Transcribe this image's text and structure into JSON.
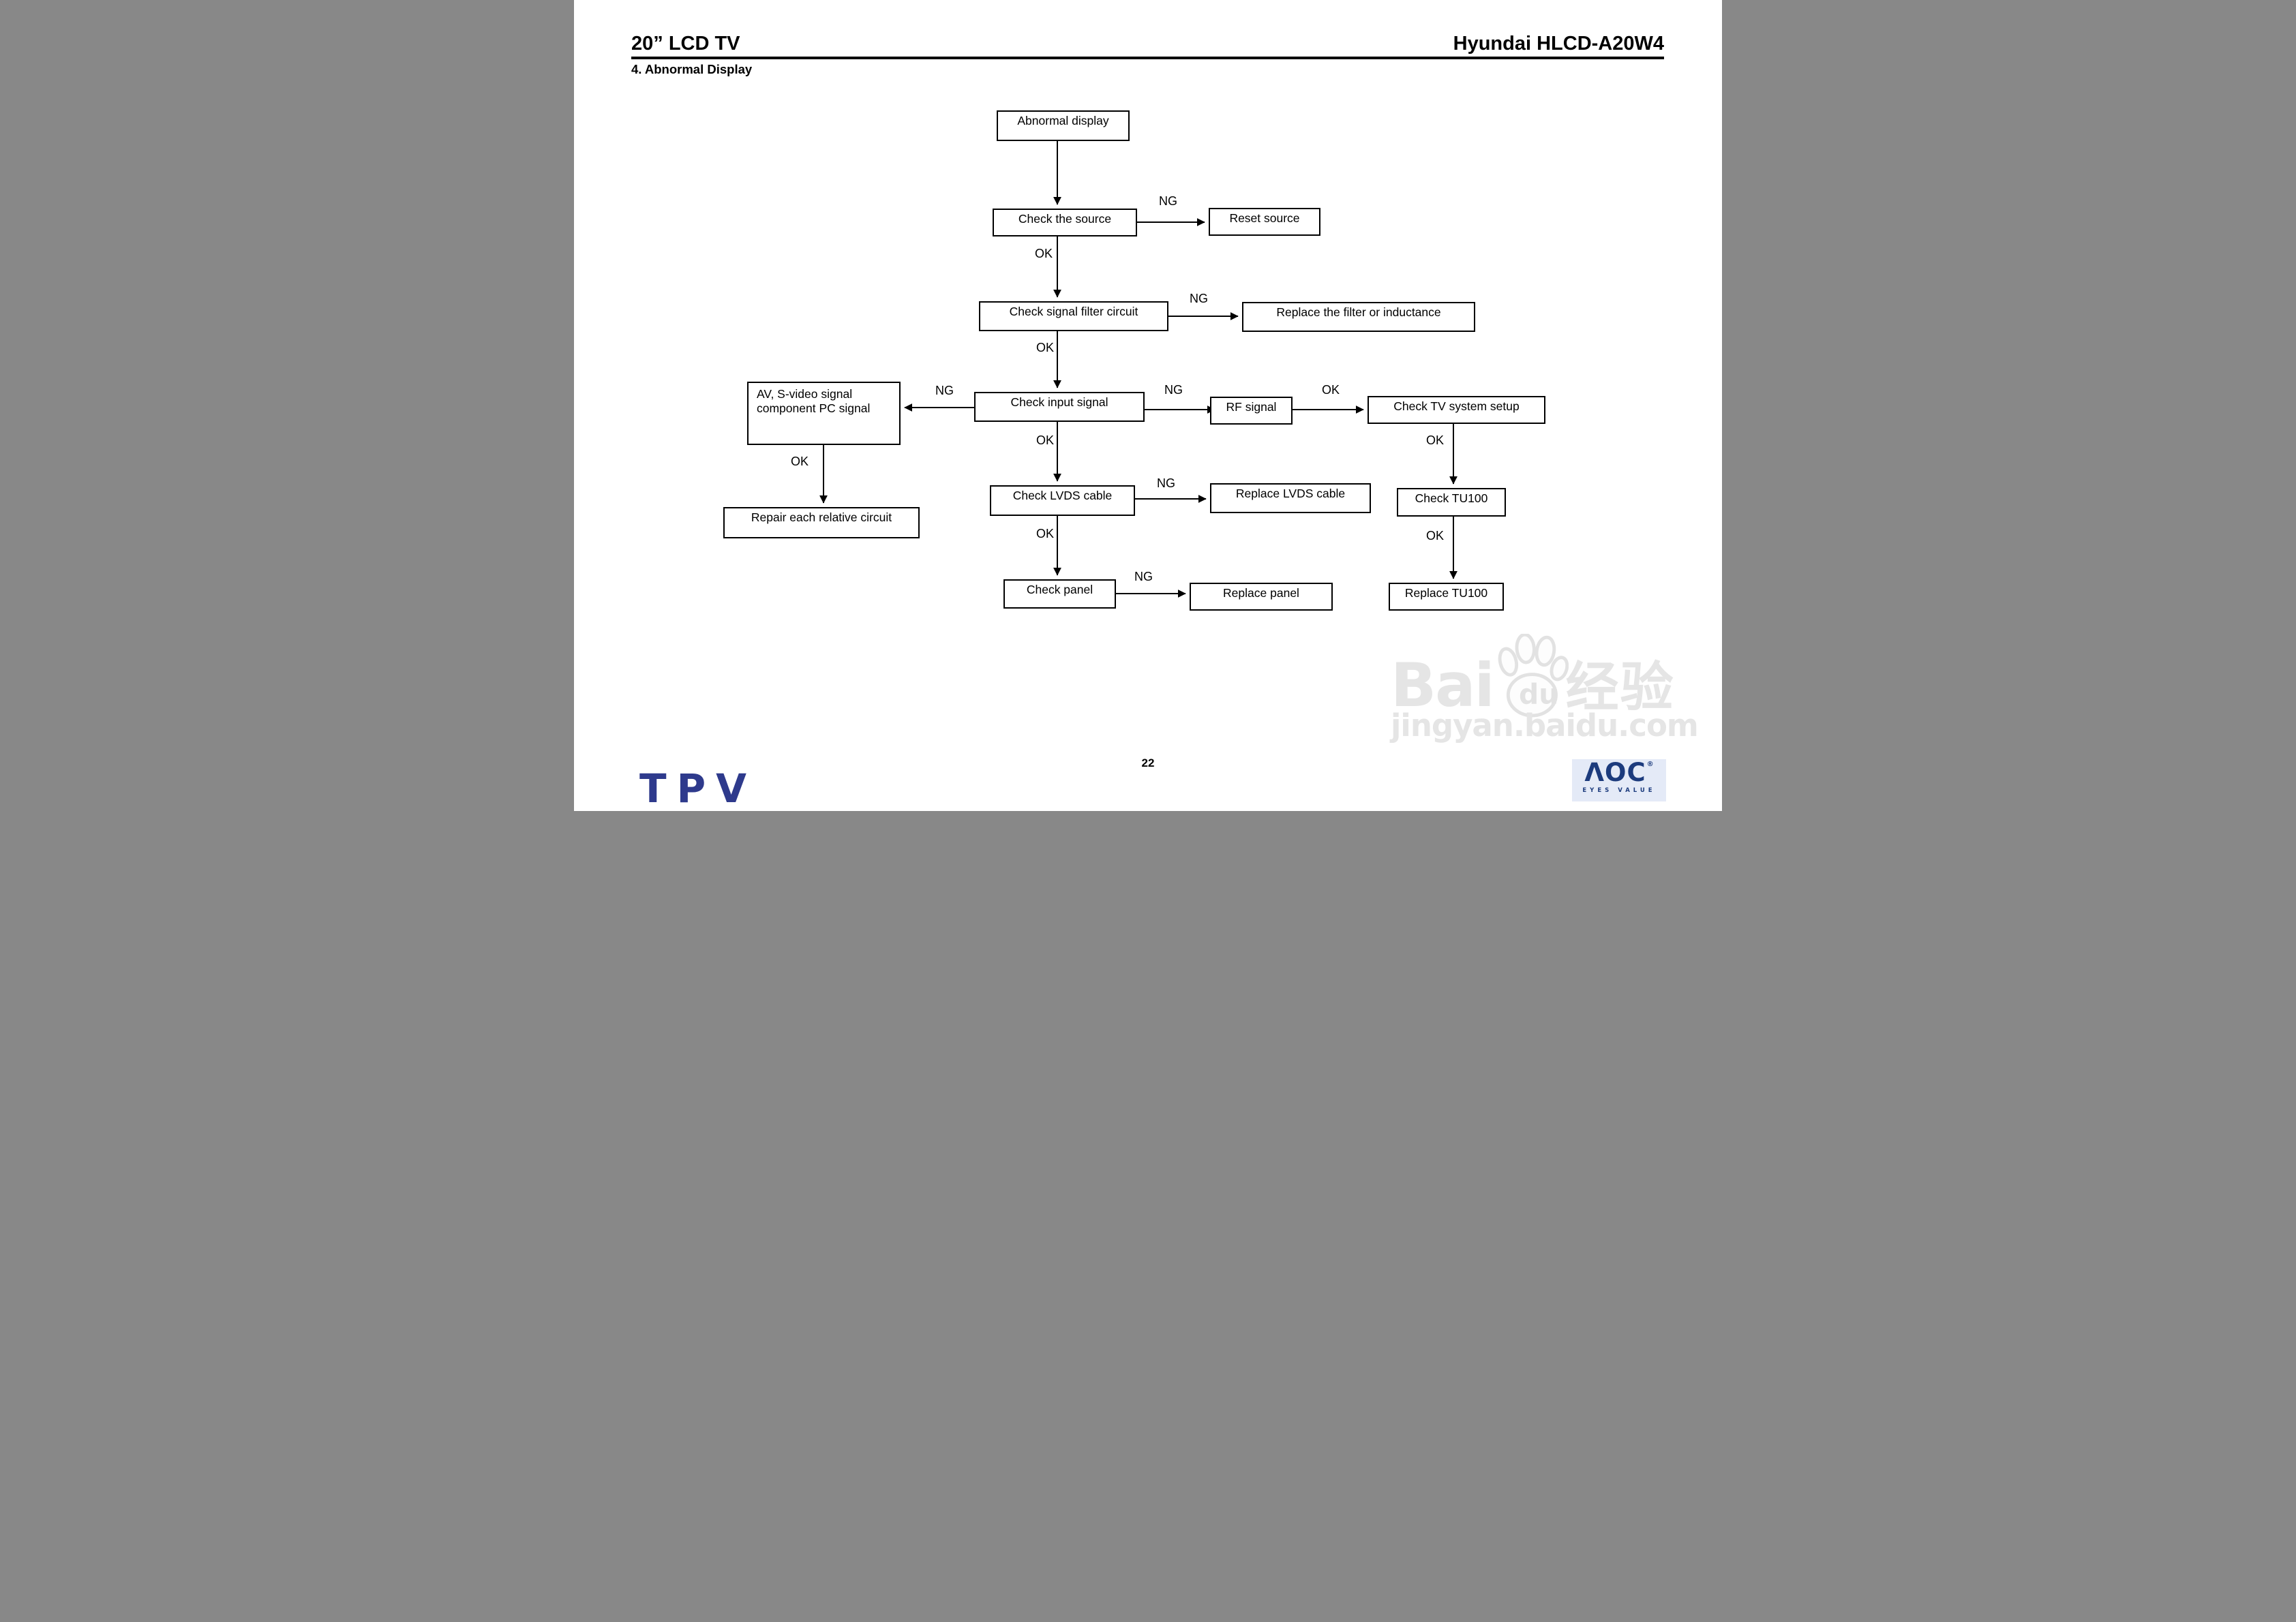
{
  "header": {
    "product": "20” LCD TV",
    "model": "Hyundai HLCD-A20W4",
    "section": "4. Abnormal Display"
  },
  "flowchart": {
    "ng": "NG",
    "ok": "OK",
    "nodes": {
      "abnormal": {
        "label": "Abnormal display"
      },
      "check_source": {
        "label": "Check the source"
      },
      "reset_source": {
        "label": "Reset source"
      },
      "check_filter": {
        "label": "Check signal filter circuit"
      },
      "replace_filter": {
        "label": "Replace the filter or inductance"
      },
      "av_branch": {
        "label": "AV, S-video signal component PC signal"
      },
      "check_input": {
        "label": "Check input signal"
      },
      "rf_signal": {
        "label": "RF signal"
      },
      "check_tv_setup": {
        "label": "Check TV system setup"
      },
      "repair_circuit": {
        "label": "Repair each relative circuit"
      },
      "check_lvds": {
        "label": "Check LVDS cable"
      },
      "replace_lvds": {
        "label": "Replace LVDS cable"
      },
      "check_tu100": {
        "label": "Check TU100"
      },
      "check_panel": {
        "label": "Check panel"
      },
      "replace_panel": {
        "label": "Replace panel"
      },
      "replace_tu100": {
        "label": "Replace TU100"
      }
    }
  },
  "footer": {
    "page_number": "22",
    "tpv_logo": "TPV",
    "aoc_logo": "ΛOC",
    "aoc_reg": "®",
    "aoc_tagline": "EYES VALUE"
  },
  "watermark": {
    "brand_prefix": "Bai",
    "brand_suffix": "du",
    "brand_cn": "经验",
    "url": "jingyan.baidu.com"
  },
  "colors": {
    "line": "#000000",
    "tpv_blue": "#2e3a8c",
    "aoc_navy": "#1c3b7d",
    "aoc_bg": "#e4eaf7",
    "watermark_gray": "#e5e5e5"
  }
}
